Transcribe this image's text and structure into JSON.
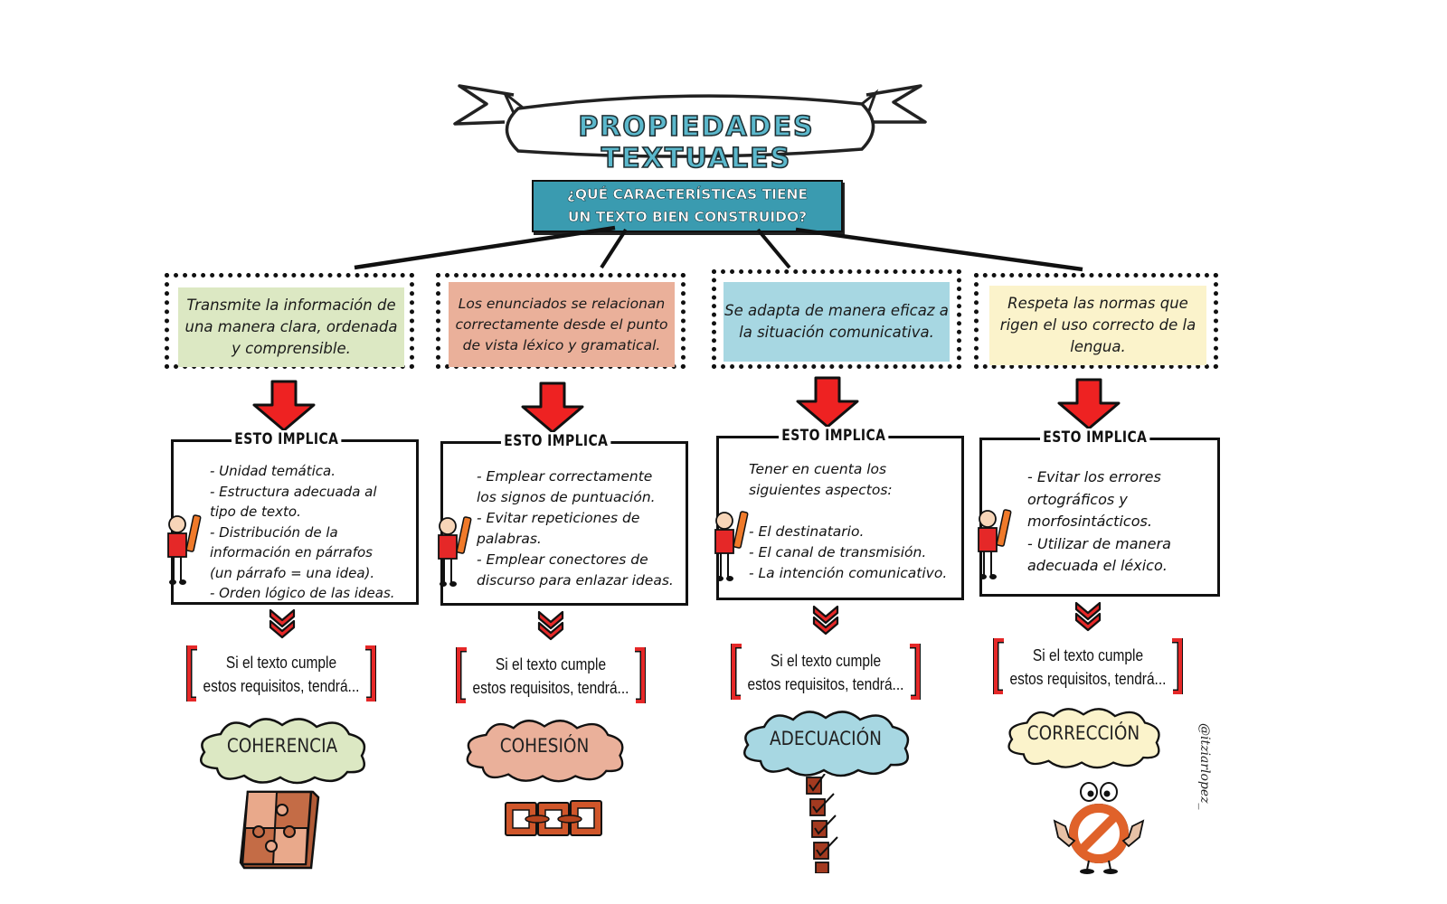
{
  "title": "PROPIEDADES TEXTUALES",
  "question": {
    "line1": "¿QUÉ CARACTERÍSTICAS TIENE",
    "line2": "UN TEXTO BIEN CONSTRUIDO?"
  },
  "colors": {
    "coherencia": "#dce8c3",
    "cohesion": "#eab09a",
    "adecuacion": "#a7d7e2",
    "correccion": "#fbf3cb",
    "question_bg": "#3a9bb0",
    "title_fill": "#5bb8cc",
    "arrow_red": "#ee2222"
  },
  "columns": [
    {
      "property_text": "Transmite la información de una manera clara, ordenada y comprensible.",
      "implica_title": "ESTO IMPLICA",
      "implica_items": "- Unidad  temática.\n- Estructura adecuada al\ntipo de texto.\n- Distribución de la\ninformación en párrafos\n(un párrafo = una idea).\n- Orden lógico de las ideas.",
      "bracket_text_1": "Si el texto cumple",
      "bracket_text_2": "estos requisitos, tendrá...",
      "result": "COHERENCIA",
      "icon": "puzzle-icon"
    },
    {
      "property_text": "Los enunciados se relacionan correctamente desde el punto de vista léxico y gramatical.",
      "implica_title": "ESTO IMPLICA",
      "implica_items": "- Emplear correctamente\nlos signos de puntuación.\n- Evitar repeticiones de\npalabras.\n- Emplear conectores de\ndiscurso para enlazar ideas.",
      "bracket_text_1": "Si el texto cumple",
      "bracket_text_2": "estos requisitos, tendrá...",
      "result": "COHESIÓN",
      "icon": "chain-icon"
    },
    {
      "property_text": "Se adapta de manera eficaz a la situación comunicativa.",
      "implica_title": "ESTO IMPLICA",
      "implica_items": "Tener en cuenta los\nsiguientes aspectos:\n\n- El destinatario.\n- El canal de transmisión.\n- La intención comunicativo.",
      "bracket_text_1": "Si el texto cumple",
      "bracket_text_2": "estos requisitos, tendrá...",
      "result": "ADECUACIÓN",
      "icon": "checklist-icon"
    },
    {
      "property_text": "Respeta las normas que rigen el uso correcto de la lengua.",
      "implica_title": "ESTO IMPLICA",
      "implica_items": "- Evitar los errores\nortográficos y\nmorfosintácticos.\n- Utilizar de manera\nadecuada el léxico.",
      "bracket_text_1": "Si el texto cumple",
      "bracket_text_2": "estos requisitos, tendrá...",
      "result": "CORRECCIÓN",
      "icon": "prohibited-sign-icon"
    }
  ],
  "signature": "@itziarlopez_"
}
